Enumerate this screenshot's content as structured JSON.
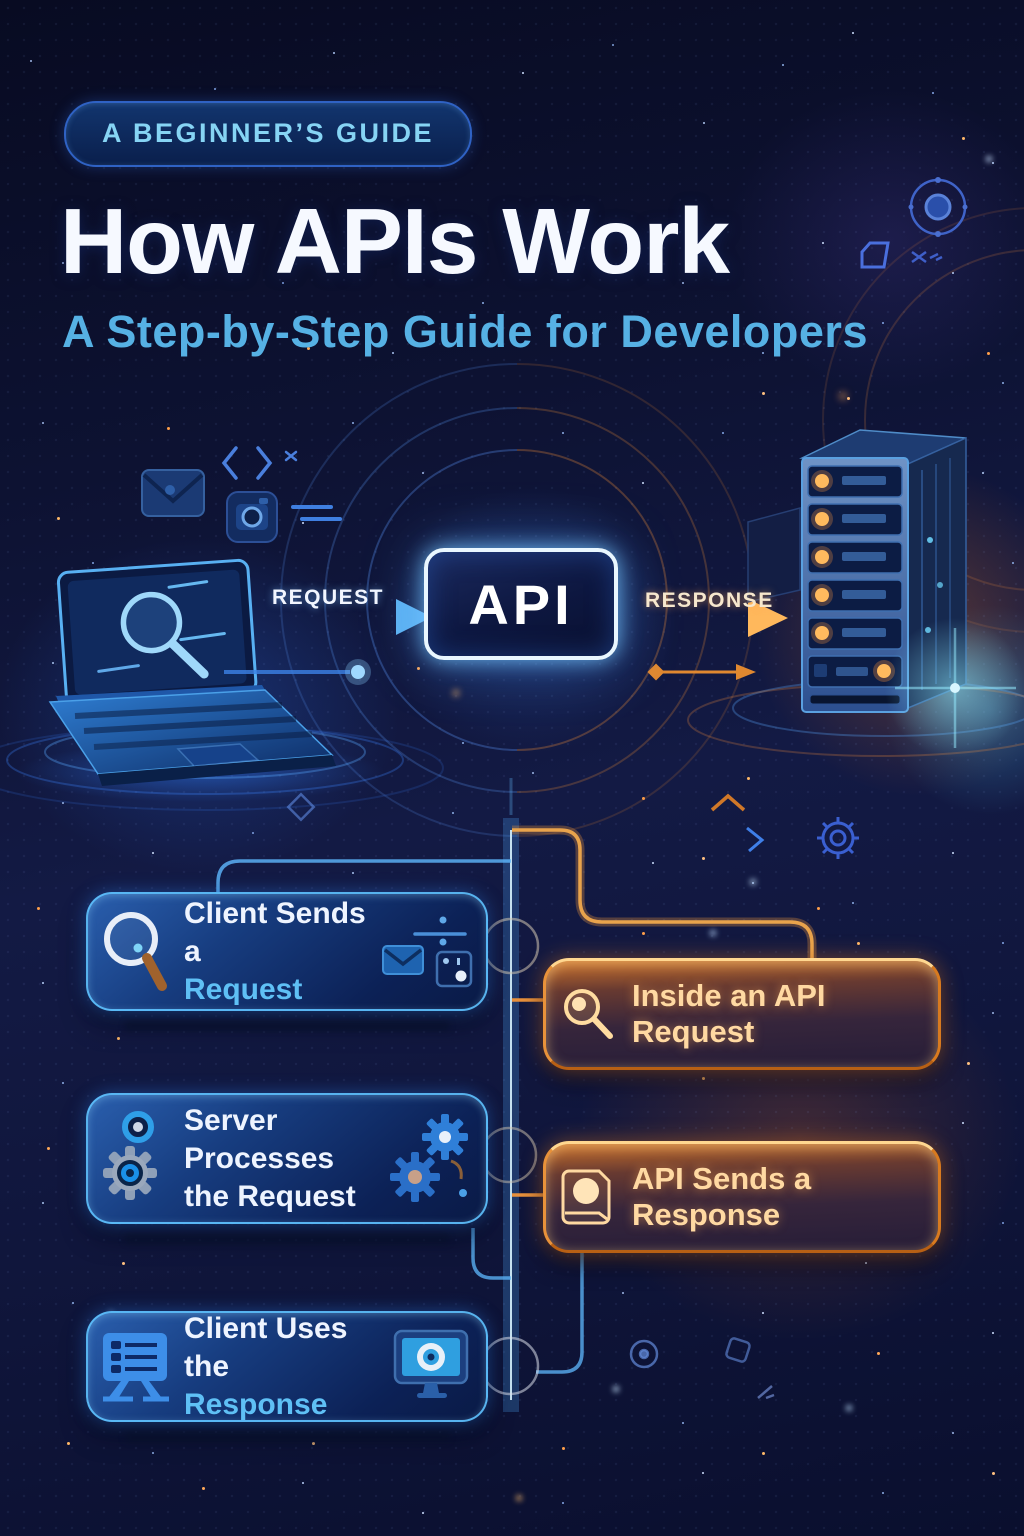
{
  "colors": {
    "background_top": "#080b22",
    "background_mid": "#131a44",
    "accent_blue": "#3b9af0",
    "cyan_glow": "#9fe2ff",
    "light_blue_text": "#5fc0f5",
    "subtitle_blue": "#56b1e4",
    "badge_text": "#86d4f4",
    "title_white": "#f6f9ff",
    "orange_accent": "#e8913c",
    "orange_text": "#ffd9a2",
    "response_label_cream": "#f6e7cd"
  },
  "header": {
    "badge": "A BEGINNER’S GUIDE",
    "title": "How APIs Work",
    "subtitle": "A Step-by-Step Guide for Developers"
  },
  "flow_diagram": {
    "request_label": "REQUEST",
    "api_label": "API",
    "response_label": "RESPONSE",
    "client_icon": "laptop-with-search-screen",
    "server_icon": "server-rack-6-bays",
    "floating_icons": [
      "envelope-icon",
      "code-brackets-icon",
      "camera-app-icon",
      "orbit-target-icon",
      "gear-outline-icon"
    ]
  },
  "steps": {
    "client": [
      {
        "line1": "Client Sends a",
        "line2": "Request",
        "icon_left": "magnifier-icon",
        "icon_right": "envelope-and-panel-icons"
      },
      {
        "line1": "Server Processes",
        "line2": "the Request",
        "icon_left": "gear-icon",
        "icon_right": "gears-icon"
      },
      {
        "line1": "Client Uses the",
        "line2": "Response",
        "icon_left": "monitor-list-icon",
        "icon_right": "monitor-target-icon"
      }
    ],
    "api": [
      {
        "label": "Inside an API Request",
        "icon_left": "magnifier-icon"
      },
      {
        "label": "API Sends a Response",
        "icon_left": "disc-icon"
      }
    ]
  }
}
